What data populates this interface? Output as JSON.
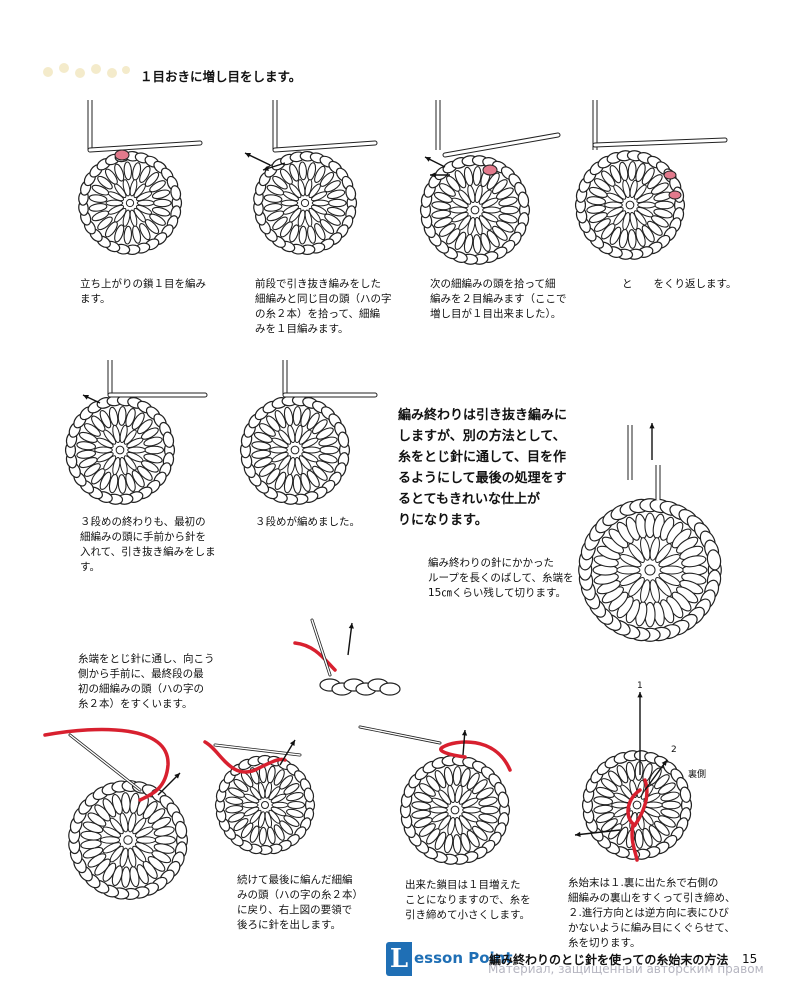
{
  "heading": "１目おきに増し目をします。",
  "captions": {
    "c1": "立ち上がりの鎖１目を編み\nます。",
    "c2": "前段で引き抜き編みをした\n細編みと同じ目の頭（ハの字\nの糸２本）を拾って、細編\nみを１目編みます。",
    "c3": "次の細編みの頭を拾って細\n編みを２目編みます（ここで\n増し目が１目出来ました）。",
    "c4": "と　　をくり返します。",
    "c5": "３段めの終わりも、最初の\n細編みの頭に手前から針を\n入れて、引き抜き編みをしま\nす。",
    "c6": "３段めが編めました。",
    "c7": "編み終わりの針にかかった\nループを長くのばして、糸端を\n15㎝くらい残して切ります。",
    "c8": "糸端をとじ針に通し、向こう\n側から手前に、最終段の最\n初の細編みの頭（ハの字の\n糸２本）をすくいます。",
    "c9": "続けて最後に編んだ細編\nみの頭（ハの字の糸２本）\nに戻り、右上図の要領で\n後ろに針を出します。",
    "c10": "出来た鎖目は１目増えた\nことになりますので、糸を\n引き締めて小さくします。",
    "c11": "糸始末は１.裏に出た糸で右側の\n細編みの裏山をすくって引き締め、\n２.進行方向とは逆方向に表にひび\nかないように編み目にくぐらせて、\n糸を切ります。"
  },
  "bold_note": "編み終わりは引き抜き編みに\nしますが、別の方法として、\n糸をとじ針に通して、目を作\nるようにして最後の処理をす\nるとてもきれいな仕上が\nりになります。",
  "labels": {
    "one": "1",
    "two": "2",
    "back": "裏側"
  },
  "lesson": {
    "letter": "L",
    "word": "esson Point",
    "title": "編み終わりのとじ針を使っての糸始末の方法"
  },
  "watermark": "Материал, защищенный авторским правом",
  "page_number": "15",
  "colors": {
    "accent_red": "#d8202f",
    "lesson_blue": "#1f6fb5",
    "yarn_pink": "#e27a8c"
  }
}
